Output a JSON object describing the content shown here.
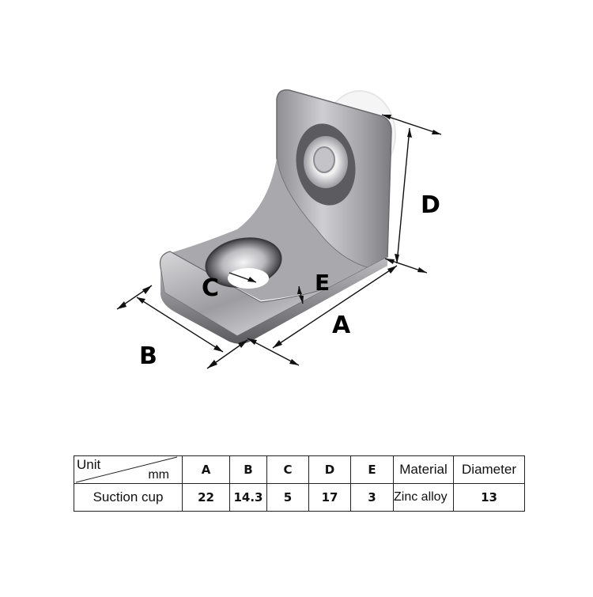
{
  "product_image": {
    "subject": "Zinc alloy L-shaped corner bracket with suction cup",
    "dimension_labels": [
      "A",
      "B",
      "C",
      "D",
      "E"
    ]
  },
  "spec_table": {
    "unit_header": {
      "left": "Unit",
      "right": "mm"
    },
    "columns": [
      "A",
      "B",
      "C",
      "D",
      "E",
      "Material",
      "Diameter"
    ],
    "rows": [
      {
        "name": "Suction cup",
        "values": [
          "22",
          "14.3",
          "5",
          "17",
          "3",
          "Zinc alloy",
          "13"
        ]
      }
    ]
  },
  "colors": {
    "background": "#ffffff",
    "text": "#111111",
    "metal_light": "#e6e6e8",
    "metal_mid": "#a9a9ad",
    "metal_dark": "#4a4a4e"
  }
}
